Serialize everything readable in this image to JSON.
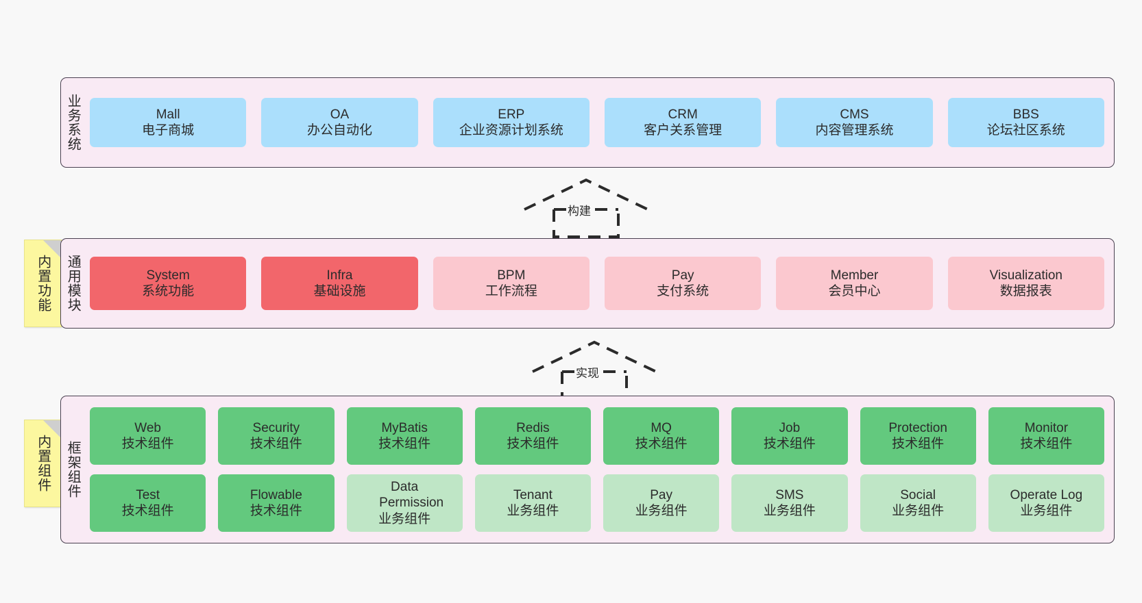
{
  "diagram": {
    "title": "",
    "background_color": "#f8f8f8",
    "panel_background": "#f9eaf4",
    "panel_border": "#4a4050"
  },
  "layers": [
    {
      "id": "business-systems",
      "title": "业务系统",
      "note": null,
      "rows": [
        {
          "items": [
            {
              "en": "Mall",
              "cn": "电子商城",
              "color": "#abdffc",
              "variant": "c-blue"
            },
            {
              "en": "OA",
              "cn": "办公自动化",
              "color": "#abdffc",
              "variant": "c-blue"
            },
            {
              "en": "ERP",
              "cn": "企业资源计划系统",
              "color": "#abdffc",
              "variant": "c-blue"
            },
            {
              "en": "CRM",
              "cn": "客户关系管理",
              "color": "#abdffc",
              "variant": "c-blue"
            },
            {
              "en": "CMS",
              "cn": "内容管理系统",
              "color": "#abdffc",
              "variant": "c-blue"
            },
            {
              "en": "BBS",
              "cn": "论坛社区系统",
              "color": "#abdffc",
              "variant": "c-blue"
            }
          ]
        }
      ]
    },
    {
      "id": "common-modules",
      "title": "通用模块",
      "note": "内置功能",
      "rows": [
        {
          "items": [
            {
              "en": "System",
              "cn": "系统功能",
              "color": "#f2666b",
              "variant": "c-red"
            },
            {
              "en": "Infra",
              "cn": "基础设施",
              "color": "#f2666b",
              "variant": "c-red"
            },
            {
              "en": "BPM",
              "cn": "工作流程",
              "color": "#fbc8cf",
              "variant": "c-pink"
            },
            {
              "en": "Pay",
              "cn": "支付系统",
              "color": "#fbc8cf",
              "variant": "c-pink"
            },
            {
              "en": "Member",
              "cn": "会员中心",
              "color": "#fbc8cf",
              "variant": "c-pink"
            },
            {
              "en": "Visualization",
              "cn": "数据报表",
              "color": "#fbc8cf",
              "variant": "c-pink"
            }
          ]
        }
      ]
    },
    {
      "id": "framework-components",
      "title": "框架组件",
      "note": "内置组件",
      "rows": [
        {
          "items": [
            {
              "en": "Web",
              "cn": "技术组件",
              "color": "#63c97e",
              "variant": "c-green"
            },
            {
              "en": "Security",
              "cn": "技术组件",
              "color": "#63c97e",
              "variant": "c-green"
            },
            {
              "en": "MyBatis",
              "cn": "技术组件",
              "color": "#63c97e",
              "variant": "c-green"
            },
            {
              "en": "Redis",
              "cn": "技术组件",
              "color": "#63c97e",
              "variant": "c-green"
            },
            {
              "en": "MQ",
              "cn": "技术组件",
              "color": "#63c97e",
              "variant": "c-green"
            },
            {
              "en": "Job",
              "cn": "技术组件",
              "color": "#63c97e",
              "variant": "c-green"
            },
            {
              "en": "Protection",
              "cn": "技术组件",
              "color": "#63c97e",
              "variant": "c-green"
            },
            {
              "en": "Monitor",
              "cn": "技术组件",
              "color": "#63c97e",
              "variant": "c-green"
            }
          ]
        },
        {
          "items": [
            {
              "en": "Test",
              "cn": "技术组件",
              "color": "#63c97e",
              "variant": "c-green"
            },
            {
              "en": "Flowable",
              "cn": "技术组件",
              "color": "#63c97e",
              "variant": "c-green"
            },
            {
              "en": "Data Permission",
              "cn": "业务组件",
              "color": "#bfe6c6",
              "variant": "c-lightgreen"
            },
            {
              "en": "Tenant",
              "cn": "业务组件",
              "color": "#bfe6c6",
              "variant": "c-lightgreen"
            },
            {
              "en": "Pay",
              "cn": "业务组件",
              "color": "#bfe6c6",
              "variant": "c-lightgreen"
            },
            {
              "en": "SMS",
              "cn": "业务组件",
              "color": "#bfe6c6",
              "variant": "c-lightgreen"
            },
            {
              "en": "Social",
              "cn": "业务组件",
              "color": "#bfe6c6",
              "variant": "c-lightgreen"
            },
            {
              "en": "Operate Log",
              "cn": "业务组件",
              "color": "#bfe6c6",
              "variant": "c-lightgreen"
            }
          ]
        }
      ]
    }
  ],
  "connectors": [
    {
      "id": "build",
      "label": "构建",
      "from": "common-modules",
      "to": "business-systems",
      "style": "dashed-generalization"
    },
    {
      "id": "implement",
      "label": "实现",
      "from": "framework-components",
      "to": "common-modules",
      "style": "dashed-generalization"
    }
  ]
}
